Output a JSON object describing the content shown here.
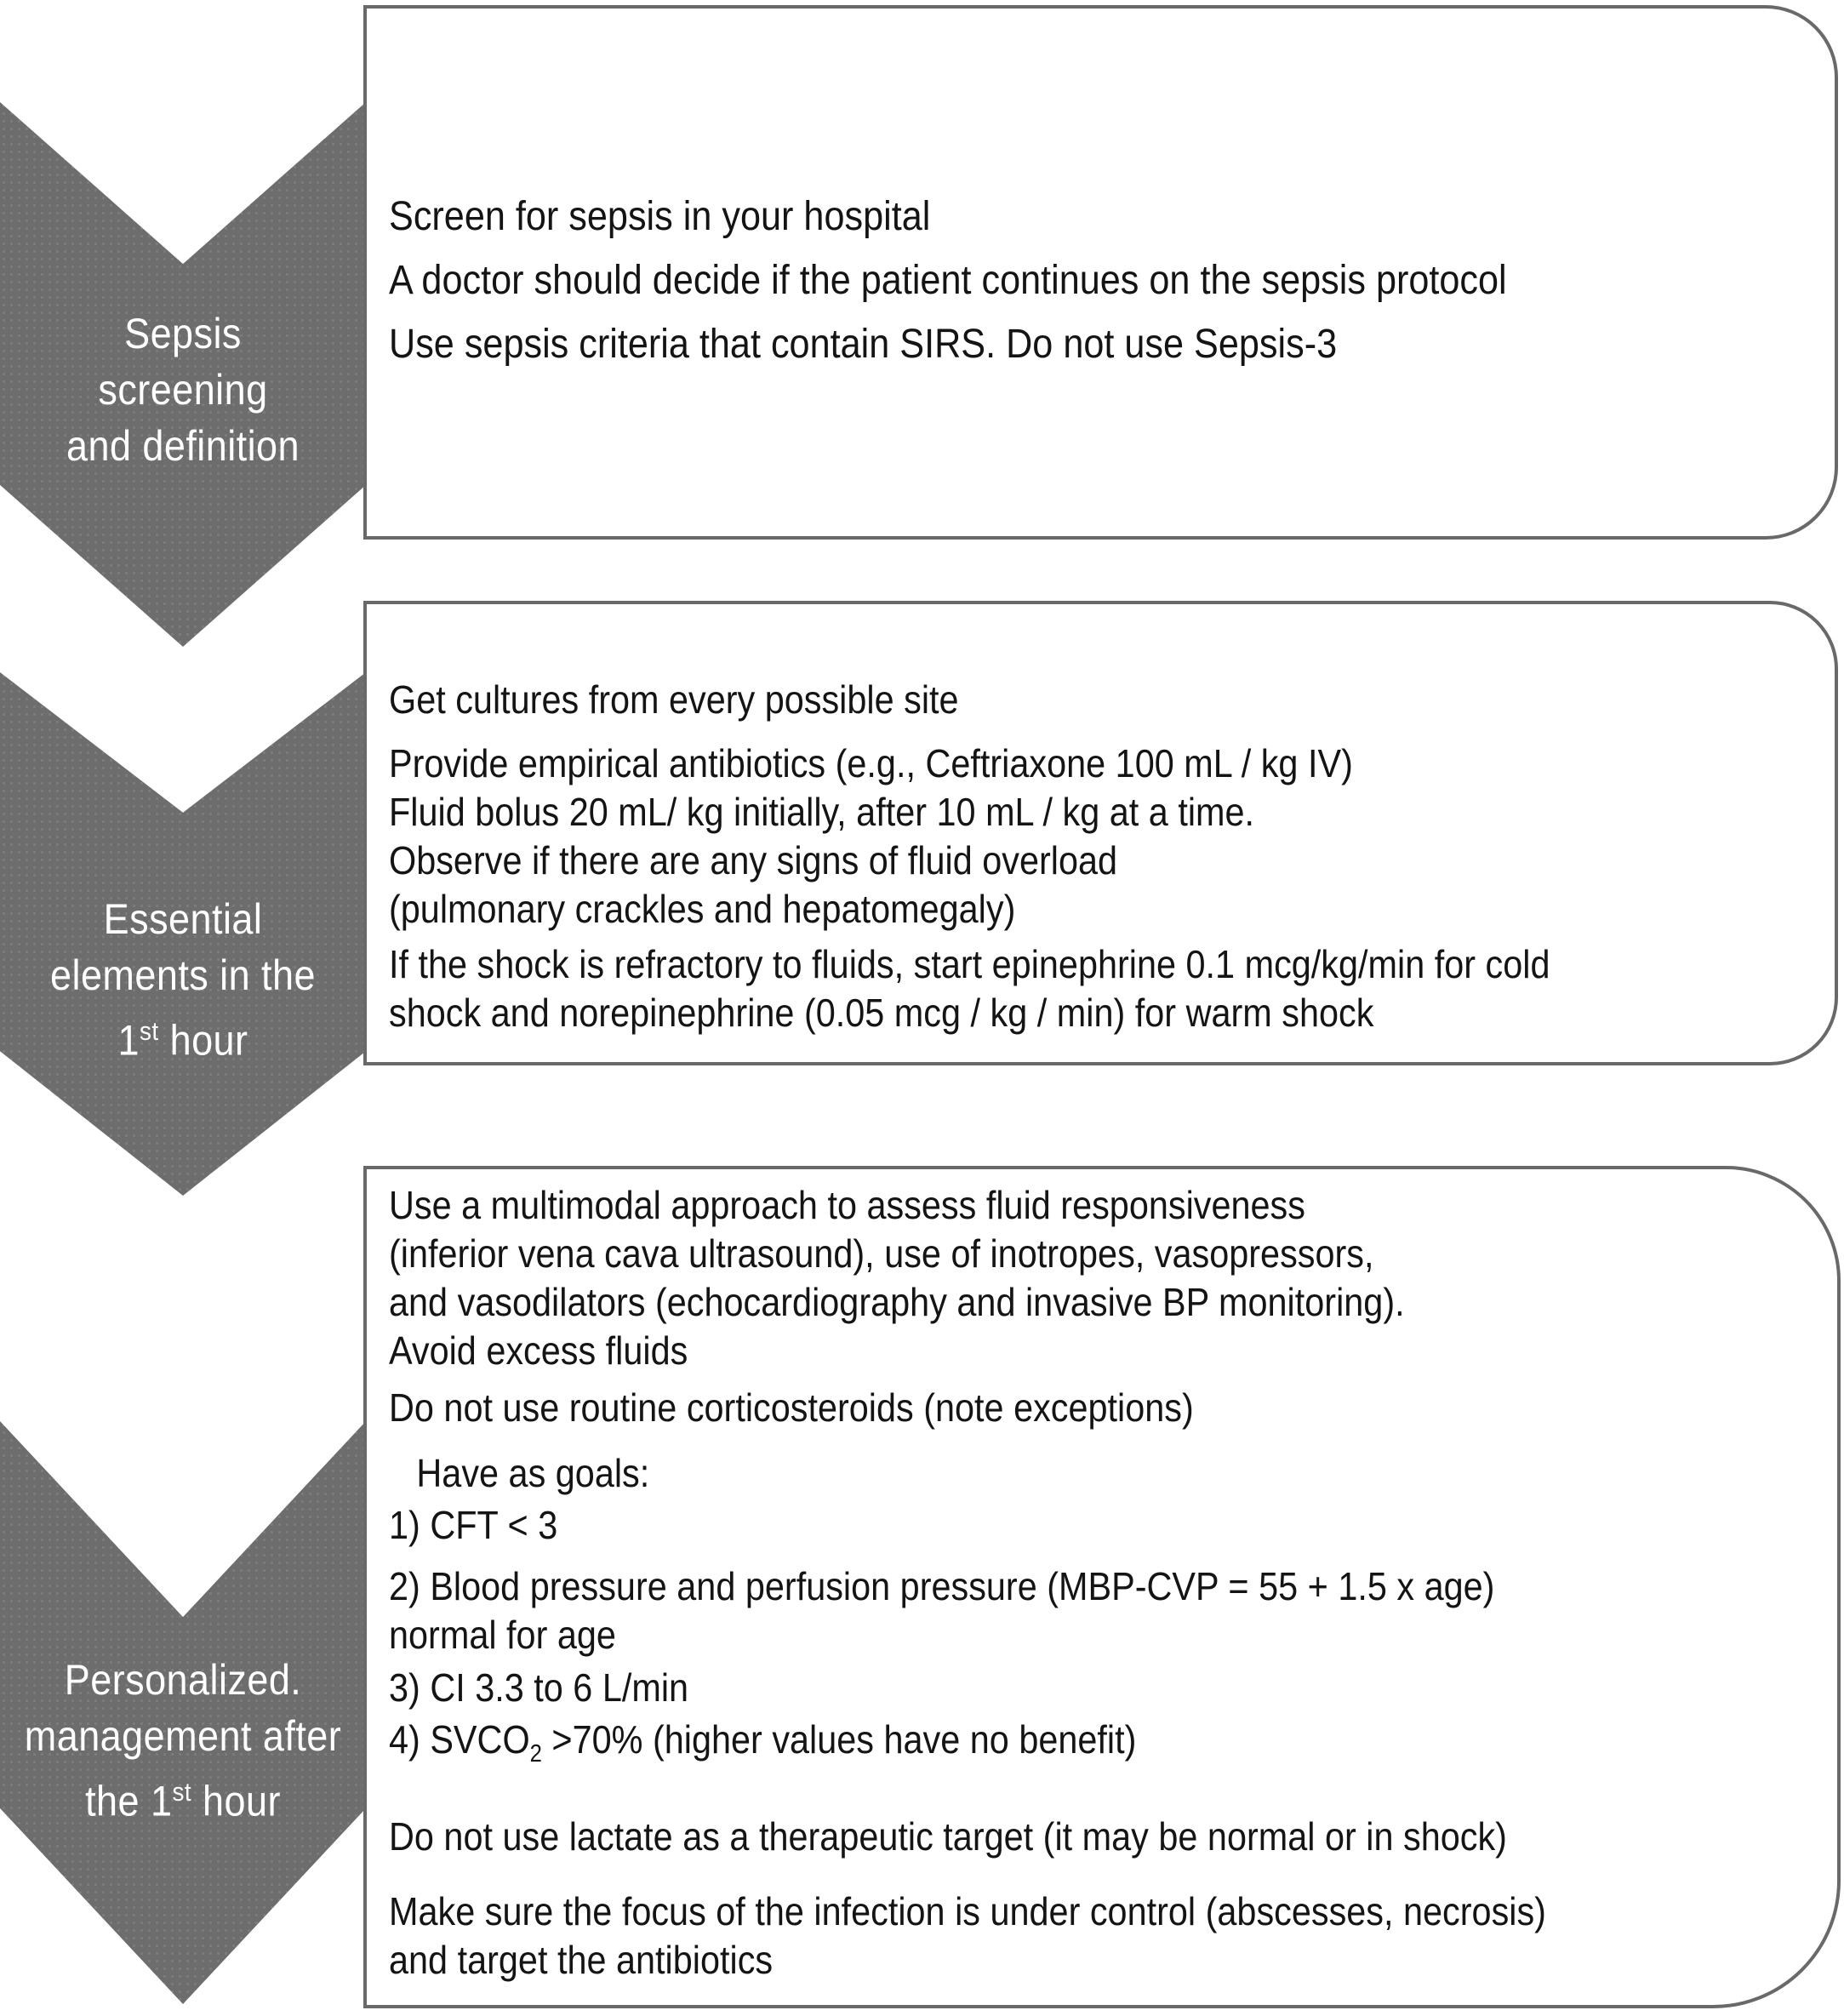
{
  "colors": {
    "chevron_fill": "#6d6d6d",
    "chevron_text": "#ffffff",
    "box_border": "#696969",
    "box_fill": "#ffffff",
    "box_text": "#141414",
    "background": "#ffffff"
  },
  "chevrons": [
    {
      "lines": [
        "Sepsis",
        "screening",
        "and definition"
      ]
    },
    {
      "line1": "Essential",
      "line2": "elements in the",
      "line3_pre": "1",
      "line3_sup": "st",
      "line3_post": " hour"
    },
    {
      "line1": "Personalized.",
      "line2": "management after",
      "line3_pre": "the 1",
      "line3_sup": "st",
      "line3_post": " hour"
    }
  ],
  "boxes": [
    {
      "lines": [
        "Screen for sepsis in your hospital",
        "A doctor should decide if the patient continues on the sepsis protocol",
        "Use sepsis criteria that contain SIRS. Do not use Sepsis-3"
      ]
    },
    {
      "line1": "Get cultures from every possible site",
      "lines": [
        "Provide empirical antibiotics (e.g., Ceftriaxone 100 mL / kg IV)",
        "Fluid bolus 20 mL/ kg initially, after 10 mL / kg at a time.",
        "Observe if there are any signs of fluid overload",
        "(pulmonary crackles and hepatomegaly)"
      ],
      "shock1": "If the shock is refractory to fluids, start epinephrine 0.1 mcg/kg/min for cold",
      "shock2": "shock and norepinephrine (0.05 mcg / kg / min) for warm shock"
    },
    {
      "intro": [
        "Use a multimodal approach to assess fluid responsiveness",
        "(inferior vena cava ultrasound), use of inotropes, vasopressors,",
        "and vasodilators (echocardiography and invasive BP monitoring).",
        "Avoid excess fluids"
      ],
      "corticosteroids": "Do not use routine corticosteroids (note exceptions)",
      "goals_header": "Have as goals:",
      "goal1": "1) CFT < 3",
      "goal2a": "2) Blood pressure and perfusion pressure (MBP-CVP = 55 + 1.5 x age)",
      "goal2b": "normal for age",
      "goal3": "3) CI 3.3 to 6 L/min",
      "goal4_pre": "4) SVCO",
      "goal4_sub": "2",
      "goal4_post": " >70% (higher values have no benefit)",
      "lactate": "Do not use lactate as a therapeutic target (it may be normal or in shock)",
      "focus1": "Make sure the focus of the infection is under control (abscesses, necrosis)",
      "focus2": "and target the antibiotics"
    }
  ]
}
